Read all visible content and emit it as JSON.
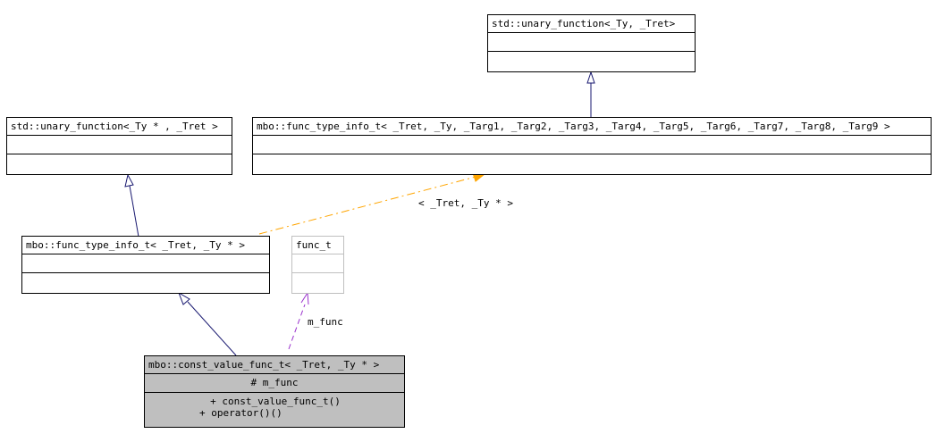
{
  "nodes": {
    "unary_function_tret": {
      "title": "std::unary_function<_Ty, _Tret>"
    },
    "unary_function_typtr": {
      "title": "std::unary_function<_Ty * , _Tret >"
    },
    "func_type_info_full": {
      "title": "mbo::func_type_info_t< _Tret, _Ty, _Targ1, _Targ2, _Targ3, _Targ4, _Targ5, _Targ6, _Targ7, _Targ8, _Targ9 >"
    },
    "func_type_info_ptr": {
      "title": "mbo::func_type_info_t< _Tret, _Ty * >"
    },
    "func_t": {
      "title": "func_t"
    },
    "const_value_func": {
      "title": "mbo::const_value_func_t< _Tret, _Ty * >",
      "attribute": "# m_func",
      "methods": [
        "+ const_value_func_t()",
        "+ operator()()"
      ]
    }
  },
  "edge_labels": {
    "template_args": "< _Tret, _Ty * >",
    "member_usage": "m_func"
  },
  "colors": {
    "inheritance": "#191970",
    "template": "#ffa500",
    "usage": "#9a32cd",
    "highlight_fill": "#bfbfbf"
  }
}
